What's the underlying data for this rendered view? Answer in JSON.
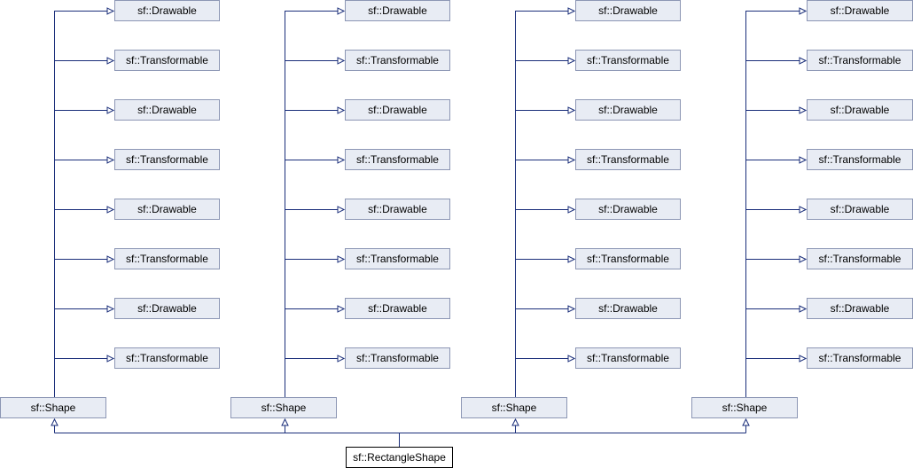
{
  "root": {
    "label": "sf::RectangleShape"
  },
  "shape_label": "sf::Shape",
  "base_labels": [
    "sf::Drawable",
    "sf::Transformable",
    "sf::Drawable",
    "sf::Transformable",
    "sf::Drawable",
    "sf::Transformable",
    "sf::Drawable",
    "sf::Transformable"
  ],
  "columns": [
    {
      "shape": "sf::Shape"
    },
    {
      "shape": "sf::Shape"
    },
    {
      "shape": "sf::Shape"
    },
    {
      "shape": "sf::Shape"
    }
  ],
  "colors": {
    "edge": "#1a2e7a",
    "node_fill": "#e8ecf4",
    "node_border": "#8c96b4"
  }
}
